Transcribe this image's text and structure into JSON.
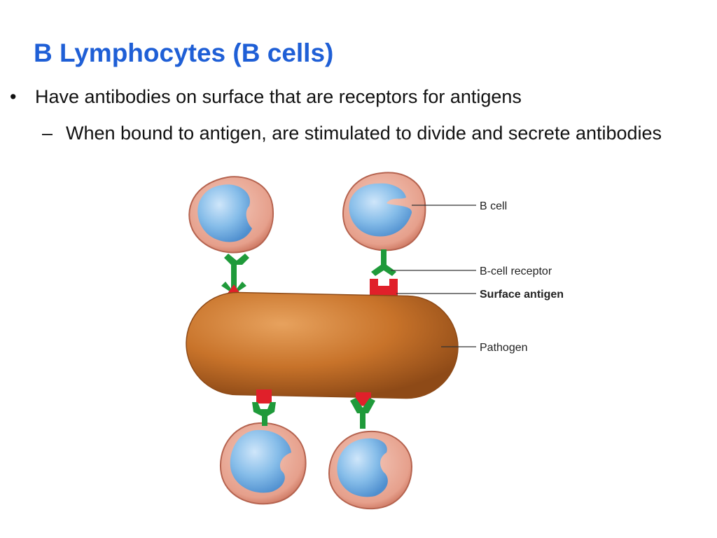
{
  "slide": {
    "title": "B Lymphocytes (B cells)",
    "bullet": {
      "marker": "•",
      "text": "Have antibodies on surface that are receptors for antigens"
    },
    "sub_bullet": {
      "marker": "–",
      "text": "When bound to antigen, are stimulated to divide and secrete antibodies"
    }
  },
  "diagram": {
    "labels": {
      "b_cell": "B cell",
      "b_cell_receptor": "B-cell receptor",
      "surface_antigen": "Surface antigen",
      "pathogen": "Pathogen"
    },
    "colors": {
      "title": "#1f5fd6",
      "cell_membrane": "#d98a76",
      "nucleus": "#7fb6e6",
      "receptor": "#1f9a3a",
      "antigen": "#e0202a",
      "pathogen": "#c8732a"
    }
  }
}
